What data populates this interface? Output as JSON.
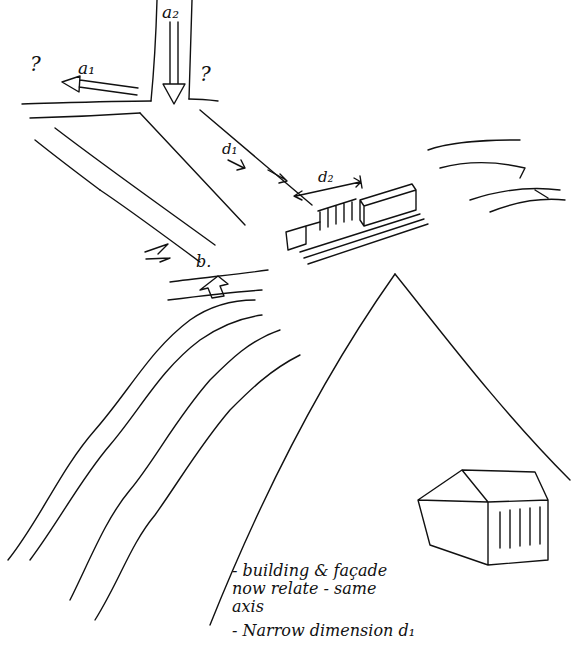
{
  "diagram": {
    "labels": [
      "a₂",
      "?",
      "a₁",
      "?",
      "d₁",
      "d₂",
      "b.",
      "- building & façade now relate - same axis",
      "- Narrow dimension d₁"
    ]
  }
}
